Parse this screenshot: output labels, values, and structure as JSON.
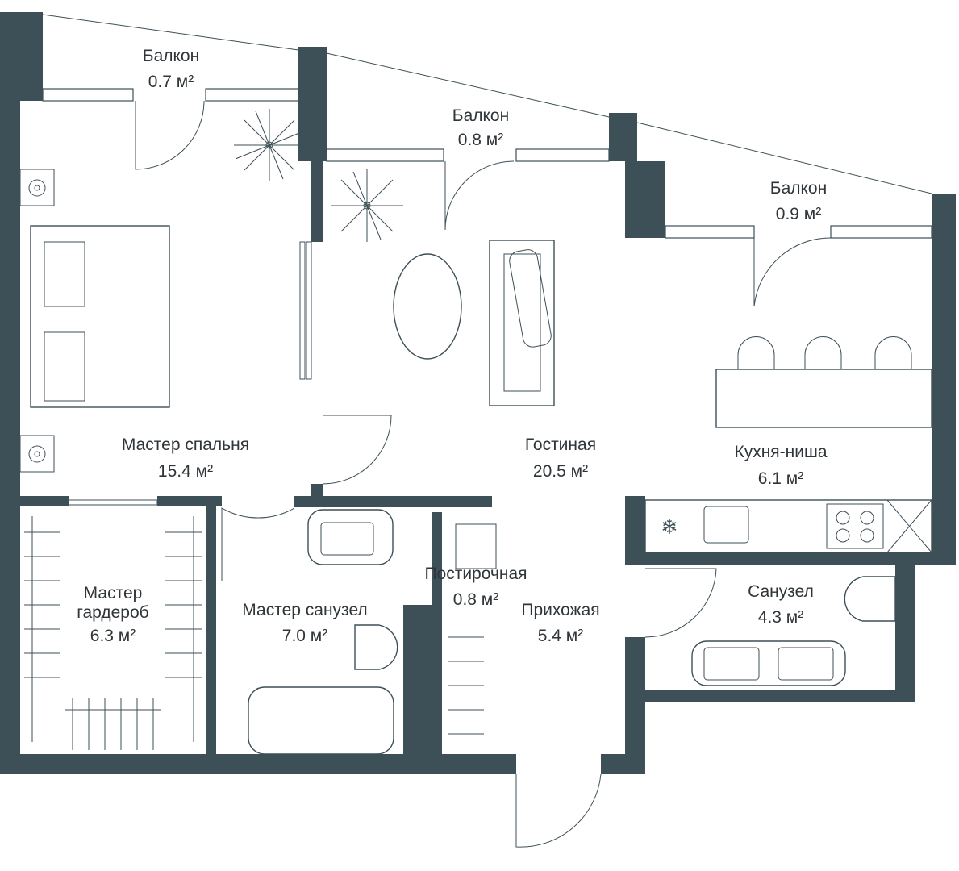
{
  "plan": {
    "wall_color": "#3d4f57",
    "rooms": [
      {
        "name": "Балкон",
        "area": "0.7 м²"
      },
      {
        "name": "Балкон",
        "area": "0.8 м²"
      },
      {
        "name": "Балкон",
        "area": "0.9 м²"
      },
      {
        "name": "Мастер спальня",
        "area": "15.4 м²"
      },
      {
        "name": "Гостиная",
        "area": "20.5 м²"
      },
      {
        "name": "Кухня-ниша",
        "area": "6.1 м²"
      },
      {
        "name_line1": "Мастер",
        "name_line2": "гардероб",
        "area": "6.3 м²"
      },
      {
        "name": "Мастер санузел",
        "area": "7.0 м²"
      },
      {
        "name": "Постирочная",
        "area": "0.8 м²"
      },
      {
        "name": "Прихожая",
        "area": "5.4 м²"
      },
      {
        "name": "Санузел",
        "area": "4.3 м²"
      }
    ]
  }
}
